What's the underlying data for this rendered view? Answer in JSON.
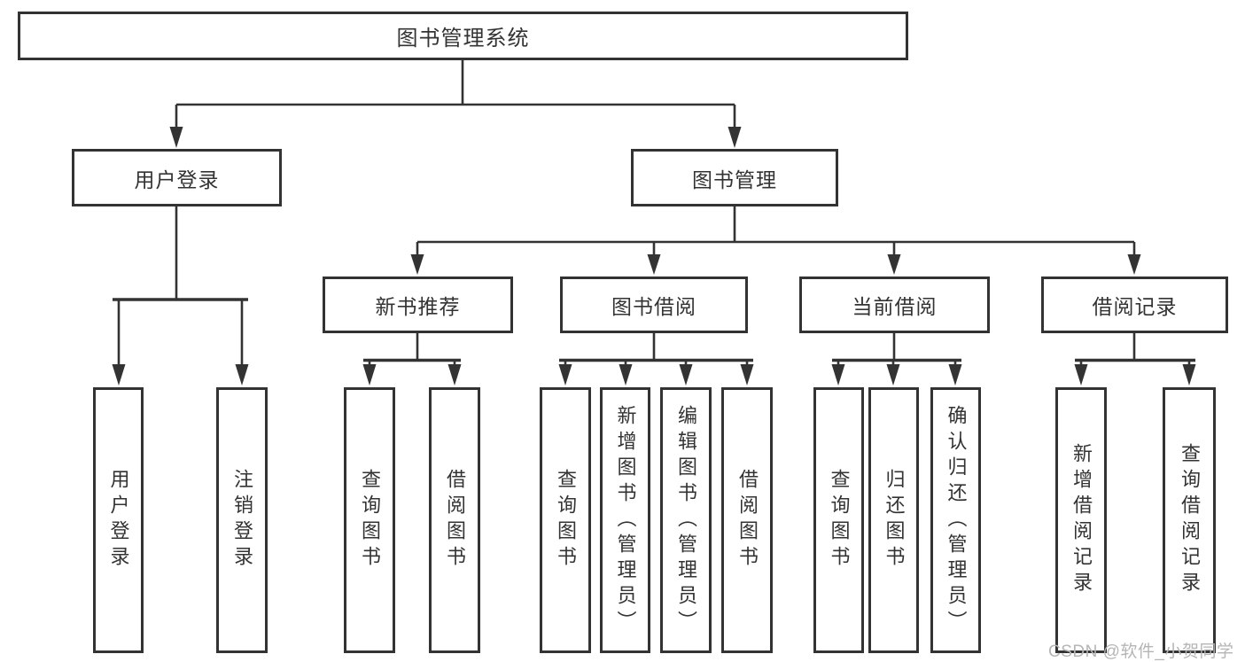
{
  "nodes": {
    "root": "图书管理系统",
    "level2": {
      "user": "用户登录",
      "book": "图书管理"
    },
    "level3": {
      "new_books": "新书推荐",
      "borrow": "图书借阅",
      "current": "当前借阅",
      "records": "借阅记录"
    },
    "leaves": {
      "user_login": "用户登录",
      "logout": "注销登录",
      "new_query": "查询图书",
      "new_borrow": "借阅图书",
      "bb_query": "查询图书",
      "bb_add": "新增图书（管理员）",
      "bb_edit": "编辑图书（管理员）",
      "bb_borrow": "借阅图书",
      "cur_query": "查询图书",
      "cur_return": "归还图书",
      "cur_confirm": "确认归还（管理员）",
      "rec_add": "新增借阅记录",
      "rec_query": "查询借阅记录"
    }
  },
  "watermark": "CSDN @软件_小贺同学",
  "colors": {
    "line": "#333333",
    "text": "#333333",
    "watermark": "#b5b5b5",
    "background": "#ffffff"
  }
}
